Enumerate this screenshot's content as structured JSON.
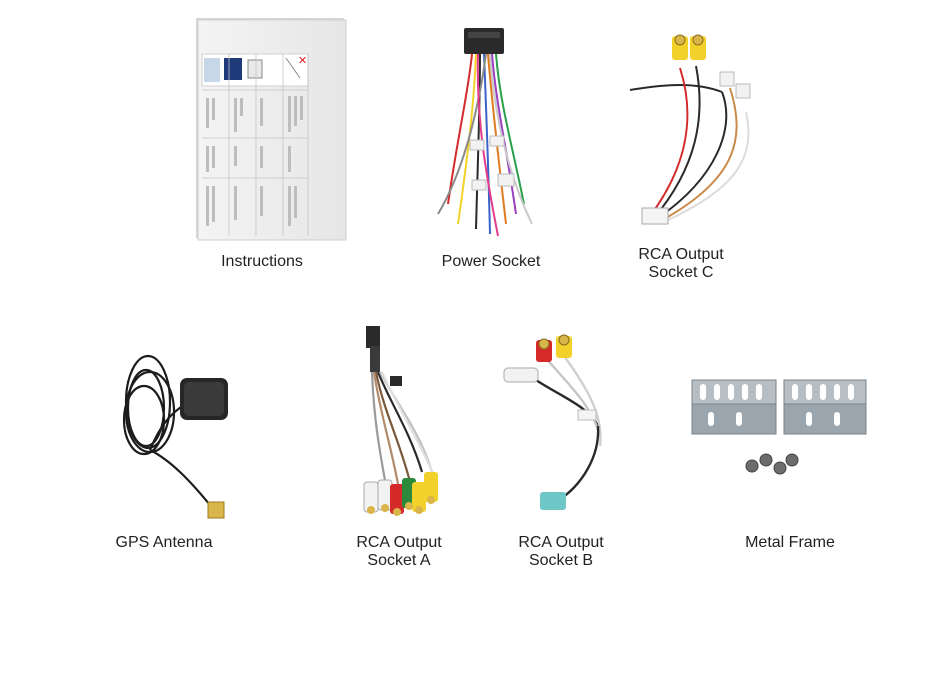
{
  "items": {
    "instructions": {
      "label": "Instructions"
    },
    "power_socket": {
      "label": "Power Socket"
    },
    "rca_c": {
      "line1": "RCA Output",
      "line2": "Socket C"
    },
    "gps": {
      "label": "GPS Antenna"
    },
    "rca_a": {
      "line1": "RCA Output",
      "line2": "Socket A"
    },
    "rca_b": {
      "line1": "RCA Output",
      "line2": "Socket B"
    },
    "frame": {
      "label": "Metal Frame"
    }
  },
  "colors": {
    "background": "#ffffff",
    "rca_red": "#d8232a",
    "rca_yellow": "#f4d21f",
    "rca_white": "#f2f2f2",
    "rca_green": "#2a8a3a",
    "bracket": "#9ba5ae",
    "connector_black": "#2a2a2a",
    "connector_teal": "#6ec7c6",
    "gold_plug": "#d9b54a"
  }
}
